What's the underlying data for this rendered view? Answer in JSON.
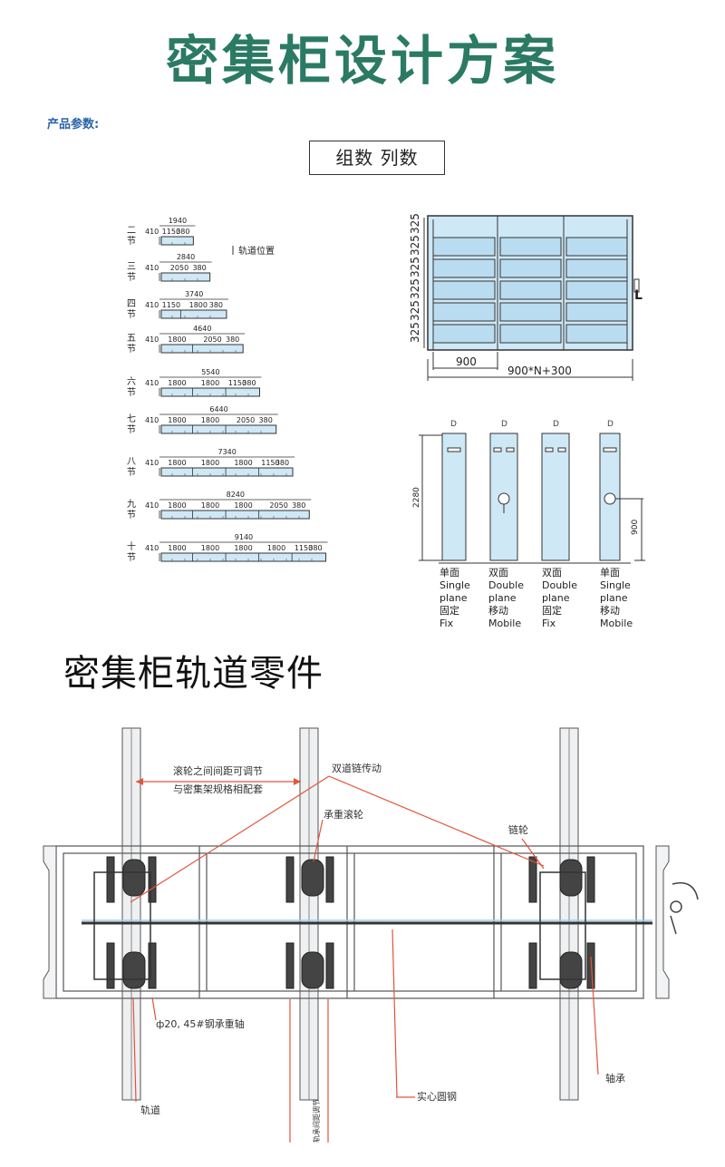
{
  "header": {
    "title": "密集柜设计方案",
    "params_label": "产品参数:"
  },
  "group_box": {
    "label": "组数  列数"
  },
  "rail_config": {
    "legend": "轨道位置",
    "rows": [
      {
        "label": "二节",
        "total": "1940",
        "segments": [
          "410",
          "1150",
          "380"
        ]
      },
      {
        "label": "三节",
        "total": "2840",
        "segments": [
          "410",
          "2050",
          "380"
        ]
      },
      {
        "label": "四节",
        "total": "3740",
        "segments": [
          "410",
          "1150",
          "1800",
          "380"
        ]
      },
      {
        "label": "五节",
        "total": "4640",
        "segments": [
          "410",
          "1800",
          "2050",
          "380"
        ]
      },
      {
        "label": "六节",
        "total": "5540",
        "segments": [
          "410",
          "1800",
          "1800",
          "1150",
          "380"
        ]
      },
      {
        "label": "七节",
        "total": "6440",
        "segments": [
          "410",
          "1800",
          "1800",
          "2050",
          "380"
        ]
      },
      {
        "label": "八节",
        "total": "7340",
        "segments": [
          "410",
          "1800",
          "1800",
          "1800",
          "1150",
          "380"
        ]
      },
      {
        "label": "九节",
        "total": "8240",
        "segments": [
          "410",
          "1800",
          "1800",
          "1800",
          "2050",
          "380"
        ]
      },
      {
        "label": "十节",
        "total": "9140",
        "segments": [
          "410",
          "1800",
          "1800",
          "1800",
          "1800",
          "1150",
          "380"
        ]
      }
    ]
  },
  "front_view": {
    "row_heights": [
      "325",
      "325",
      "325",
      "325",
      "325",
      "325"
    ],
    "width_900": "900",
    "width_total": "900*N+300",
    "handle_mark": "L"
  },
  "side_view": {
    "height": "2280",
    "handle_height": "900",
    "columns": [
      {
        "depth": "D",
        "cn1": "单面",
        "en1": "Single",
        "en2": "plane",
        "cn2": "固定",
        "en3": "Fix"
      },
      {
        "depth": "D",
        "cn1": "双面",
        "en1": "Double",
        "en2": "plane",
        "cn2": "移动",
        "en3": "Mobile"
      },
      {
        "depth": "D",
        "cn1": "双面",
        "en1": "Double",
        "en2": "plane",
        "cn2": "固定",
        "en3": "Fix"
      },
      {
        "depth": "D",
        "cn1": "单面",
        "en1": "Single",
        "en2": "plane",
        "cn2": "移动",
        "en3": "Mobile"
      }
    ]
  },
  "rail_parts": {
    "title": "密集柜轨道零件",
    "labels": {
      "wheel_spacing_1": "滚轮之间间距可调节",
      "wheel_spacing_2": "与密集架规格相配套",
      "chain": "双道链传动",
      "load_wheel": "承重滚轮",
      "sprocket": "链轮",
      "shaft": "ф20, 45#钢承重轴",
      "bearing": "轴承",
      "solid_steel": "实心圆钢",
      "rail": "轨道",
      "rail_spacing": "轨承间距调节"
    }
  },
  "colors": {
    "title_green": "#2b7a63",
    "params_blue": "#2a63a8",
    "panel_blue": "#c8e6f7",
    "annot_red": "#e2553a"
  }
}
